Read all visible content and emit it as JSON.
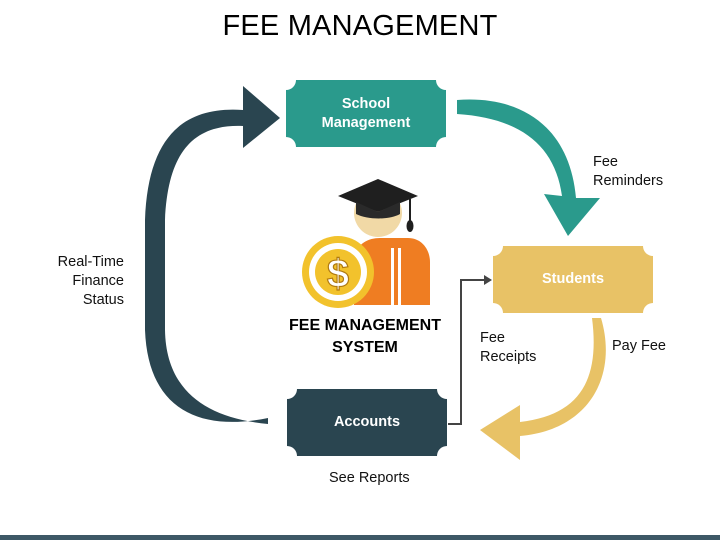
{
  "title": "FEE MANAGEMENT",
  "center_label": [
    "FEE MANAGEMENT",
    "SYSTEM"
  ],
  "nodes": {
    "school_management": {
      "lines": [
        "School",
        "Management"
      ],
      "color": "#2a9a8c"
    },
    "students": {
      "lines": [
        "Students"
      ],
      "color": "#e8c266"
    },
    "accounts": {
      "lines": [
        "Accounts"
      ],
      "color": "#2a4550"
    }
  },
  "edges": {
    "fee_reminders": [
      "Fee",
      "Reminders"
    ],
    "pay_fee": [
      "Pay Fee"
    ],
    "fee_receipts": [
      "Fee",
      "Receipts"
    ],
    "see_reports": [
      "See Reports"
    ],
    "finance_status": [
      "Real-Time",
      "Finance",
      "Status"
    ]
  },
  "icon": {
    "name": "student-with-dollar-coin-icon",
    "coin_symbol": "$"
  },
  "colors": {
    "teal": "#2a9a8c",
    "yellow": "#e8c266",
    "navy": "#2a4550",
    "orange": "#ef7d22",
    "coin": "#f2c22c",
    "bar": "#3d5866"
  }
}
